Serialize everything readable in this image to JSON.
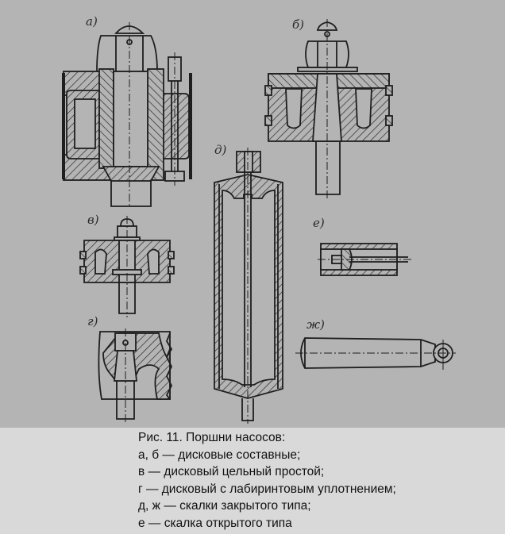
{
  "figure": {
    "panels": [
      {
        "id": "a",
        "label": "а)",
        "description": "дисковый составной поршень"
      },
      {
        "id": "b",
        "label": "б)",
        "description": "дисковый составной поршень"
      },
      {
        "id": "v",
        "label": "в)",
        "description": "дисковый цельный простой"
      },
      {
        "id": "g",
        "label": "г)",
        "description": "дисковый с лабиринтовым уплотнением"
      },
      {
        "id": "d",
        "label": "д)",
        "description": "скалка закрытого типа"
      },
      {
        "id": "e",
        "label": "е)",
        "description": "скалка открытого типа"
      },
      {
        "id": "zh",
        "label": "ж)",
        "description": "скалка закрытого типа"
      }
    ],
    "colors": {
      "background": "#b4b4b4",
      "ink": "#1e1e1e",
      "caption_bg": "#d9d9d9"
    }
  },
  "caption": {
    "title": "Рис. 11. Поршни насосов:",
    "lines": [
      "а, б — дисковые составные;",
      "в — дисковый цельный простой;",
      "г — дисковый с лабиринтовым уплотнением;",
      "д, ж — скалки закрытого типа;",
      "е — скалка открытого типа"
    ]
  }
}
